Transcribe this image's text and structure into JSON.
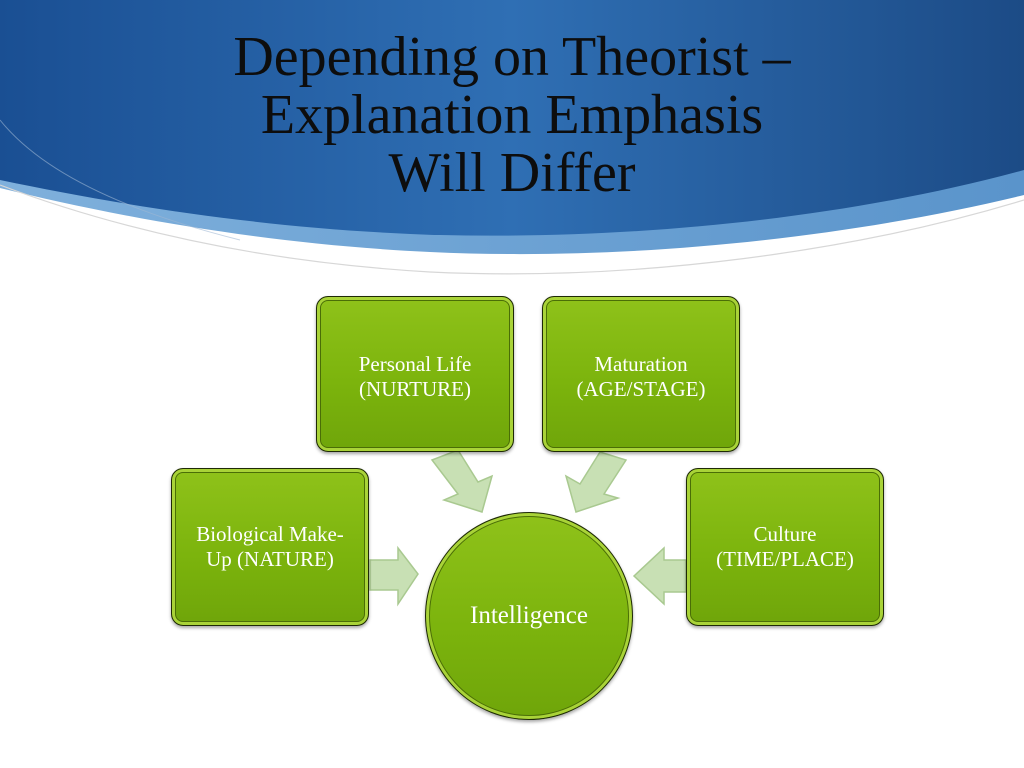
{
  "slide": {
    "title_lines": [
      "Depending on Theorist –",
      "Explanation Emphasis",
      "Will Differ"
    ]
  },
  "diagram": {
    "center": "Intelligence",
    "nodes": {
      "personal_life": [
        "Personal Life",
        "(NURTURE)"
      ],
      "maturation": [
        "Maturation",
        "(AGE/STAGE)"
      ],
      "biological": [
        "Biological Make-",
        "Up (NATURE)"
      ],
      "culture": [
        "Culture",
        "(TIME/PLACE)"
      ]
    },
    "colors": {
      "node_fill": "#7cb40d",
      "arrow_fill": "#c8e0b4",
      "header_blue": "#1f4f8f"
    }
  }
}
